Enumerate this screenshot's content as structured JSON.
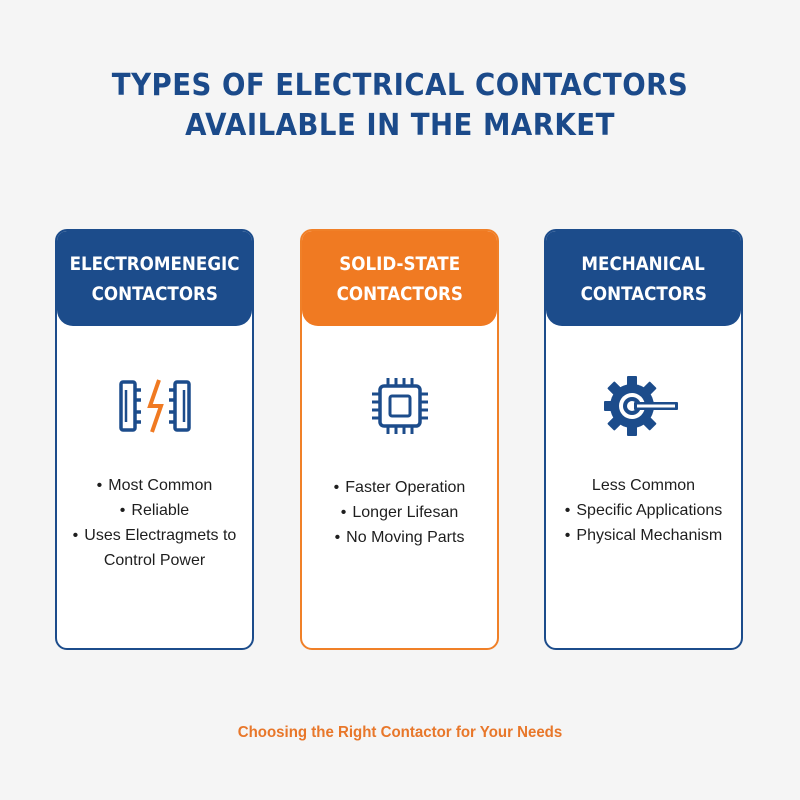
{
  "title": {
    "line1": "TYPES OF ELECTRICAL CONTACTORS",
    "line2": "AVAILABLE IN THE MARKET"
  },
  "cards": [
    {
      "header_line1": "ELECTROMENEGIC",
      "header_line2": "CONTACTORS",
      "icon": "electromagnetic-coil-icon",
      "items": [
        "Most Common",
        "Reliable",
        "Uses Electragmets to",
        "Control Power"
      ]
    },
    {
      "header_line1": "SOLID-STATE",
      "header_line2": "CONTACTORS",
      "icon": "microchip-icon",
      "items": [
        "Faster Operation",
        "Longer Lifesan",
        "No Moving Parts"
      ]
    },
    {
      "header_line1": "MECHANICAL",
      "header_line2": "CONTACTORS",
      "icon": "gear-lever-icon",
      "items": [
        "Less Common",
        "Specific Applications",
        "Physical Mechanism"
      ]
    }
  ],
  "footer": "Choosing the Right Contactor for Your Needs",
  "colors": {
    "navy": "#1c4c8b",
    "orange": "#f07a22",
    "background": "#f5f5f5"
  }
}
